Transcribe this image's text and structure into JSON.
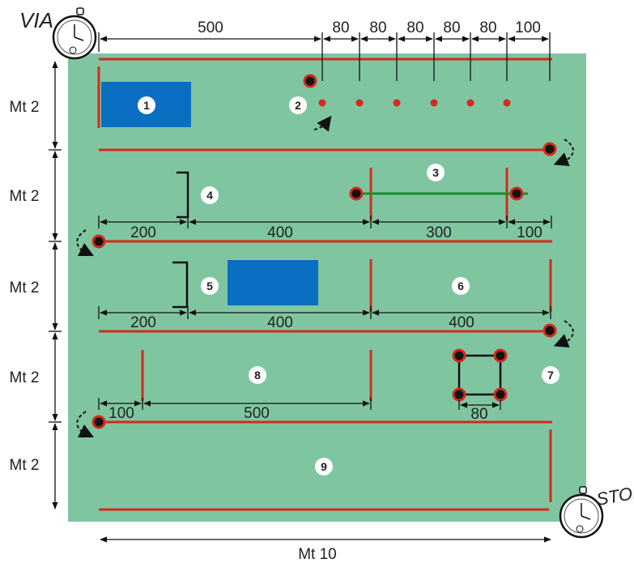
{
  "labels": {
    "start": "VIA",
    "stop": "STOP",
    "total_width": "Mt 10",
    "row_heights": [
      "Mt 2",
      "Mt 2",
      "Mt 2",
      "Mt 2",
      "Mt 2"
    ]
  },
  "top_dimensions": [
    "500",
    "80",
    "80",
    "80",
    "80",
    "80",
    "100"
  ],
  "row2_dimensions": [
    "200",
    "400",
    "300",
    "100"
  ],
  "row3_dimensions": [
    "200",
    "400",
    "400"
  ],
  "row4_dimensions": [
    "100",
    "500"
  ],
  "square_dimension": "80",
  "stations": [
    "1",
    "2",
    "3",
    "4",
    "5",
    "6",
    "7",
    "8",
    "9"
  ],
  "colors": {
    "field": "#7fc6a0",
    "line": "#d42a1f",
    "box": "#0a6fc2",
    "green_bar": "#1d8a2e"
  }
}
